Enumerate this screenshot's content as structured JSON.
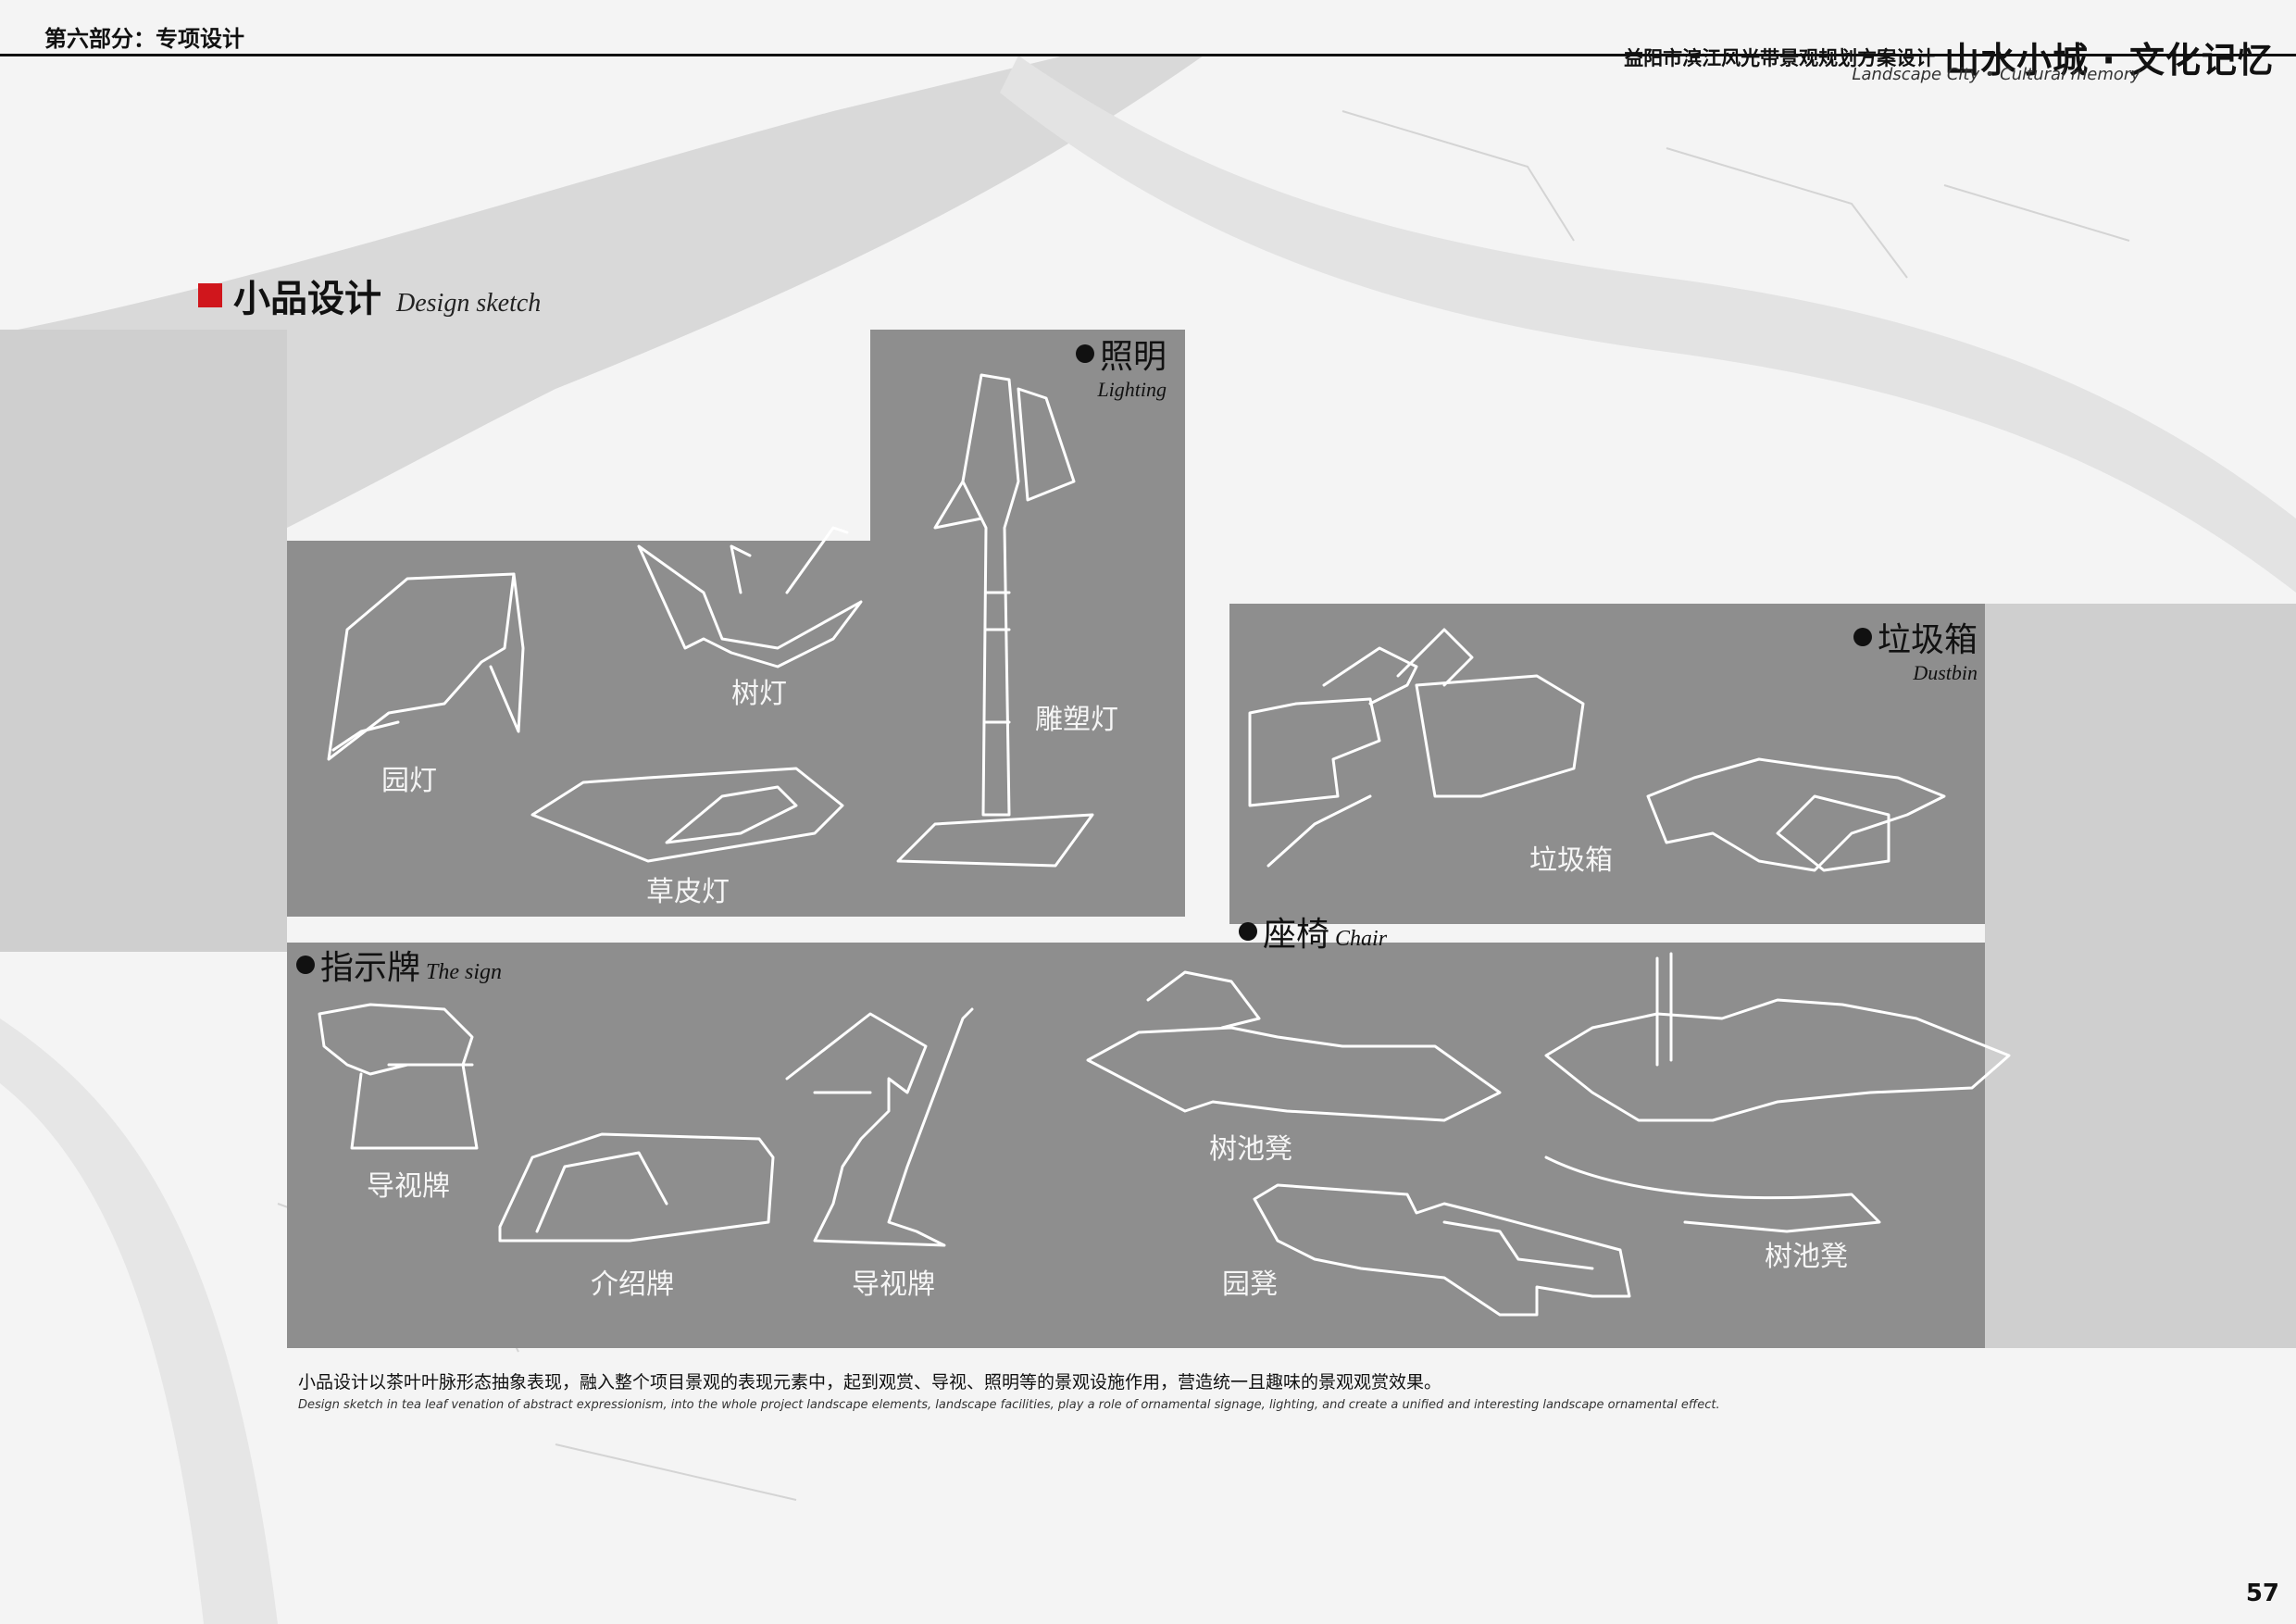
{
  "header": {
    "section": "第六部分：专项设计",
    "project": "益阳市滨江风光带景观规划方案设计",
    "brand": "山水小城 · 文化记忆",
    "brand_en": "Landscape City • Cultural memory"
  },
  "section": {
    "title_zh": "小品设计",
    "title_en": "Design sketch"
  },
  "categories": {
    "lighting": {
      "zh": "照明",
      "en": "Lighting"
    },
    "dustbin": {
      "zh": "垃圾箱",
      "en": "Dustbin"
    },
    "chair": {
      "zh": "座椅",
      "en": "Chair"
    },
    "sign": {
      "zh": "指示牌",
      "en": "The sign"
    }
  },
  "labels": {
    "garden_lamp": "园灯",
    "tree_lamp": "树灯",
    "sculpture_lamp": "雕塑灯",
    "lawn_lamp": "草皮灯",
    "dustbin": "垃圾箱",
    "guide_sign_1": "导视牌",
    "intro_sign": "介绍牌",
    "guide_sign_2": "导视牌",
    "tree_bench_1": "树池凳",
    "garden_bench": "园凳",
    "tree_bench_2": "树池凳"
  },
  "description": {
    "zh": "小品设计以茶叶叶脉形态抽象表现，融入整个项目景观的表现元素中，起到观赏、导视、照明等的景观设施作用，营造统一且趣味的景观观赏效果。",
    "en": "Design sketch in tea leaf venation of abstract expressionism, into the whole project landscape elements, landscape facilities, play a role of ornamental signage, lighting, and create a unified and interesting landscape ornamental effect."
  },
  "page_number": "57"
}
